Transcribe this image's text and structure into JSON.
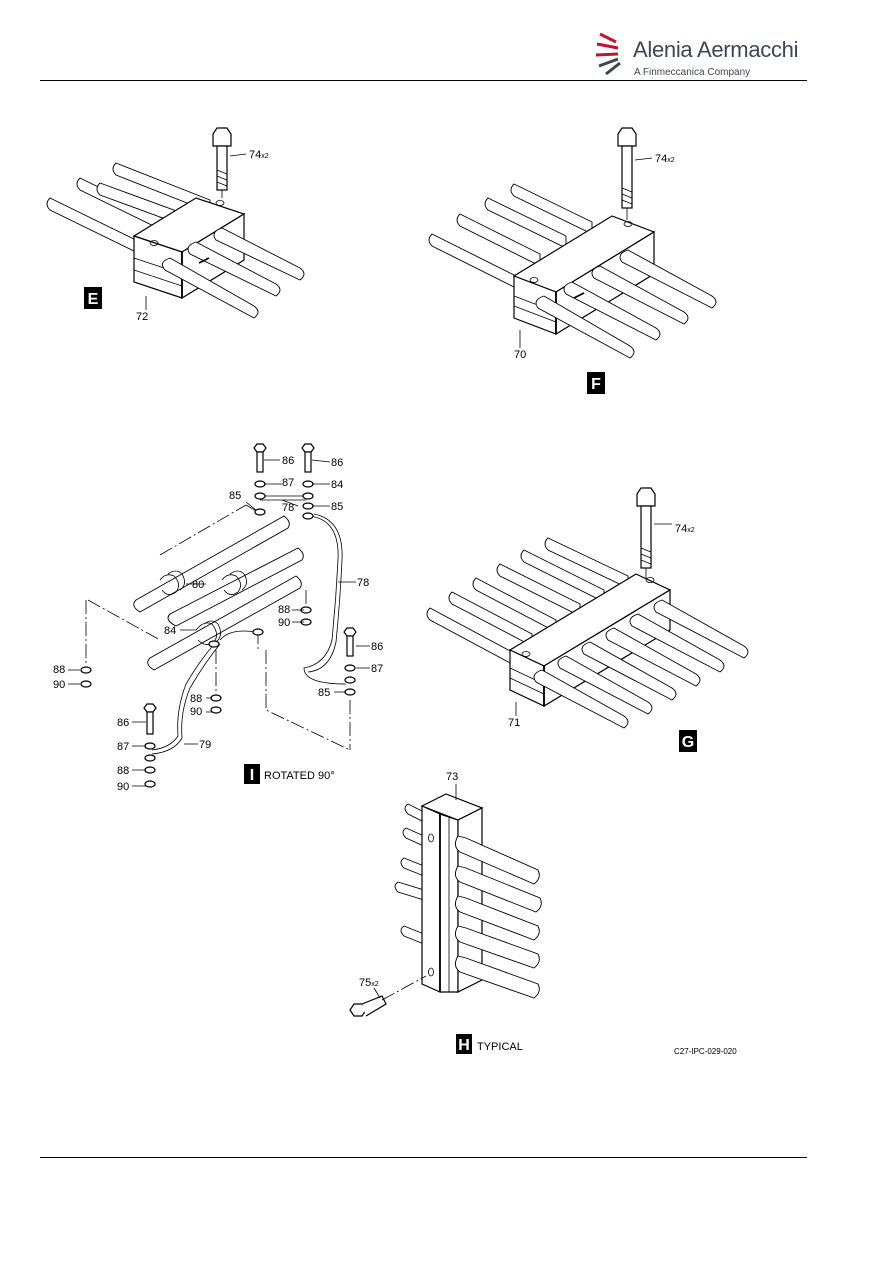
{
  "header": {
    "brand_name": "Alenia Aermacchi",
    "brand_tagline": "A Finmeccanica Company",
    "brand_colors": {
      "red": "#c8102e",
      "gray": "#3d4653"
    }
  },
  "views": {
    "E": {
      "letter": "E",
      "parts": {
        "block": "72",
        "bolt": "74",
        "bolt_qty": "x2"
      }
    },
    "F": {
      "letter": "F",
      "parts": {
        "block": "70",
        "bolt": "74",
        "bolt_qty": "x2"
      }
    },
    "G": {
      "letter": "G",
      "parts": {
        "block": "71",
        "bolt": "74",
        "bolt_qty": "x2"
      }
    },
    "H": {
      "letter": "H",
      "caption": "TYPICAL",
      "parts": {
        "block": "73",
        "bolt": "75",
        "bolt_qty": "x2"
      }
    },
    "I": {
      "letter": "I",
      "caption": "ROTATED 90°",
      "parts": {
        "p78": "78",
        "p79": "79",
        "p80": "80",
        "p84": "84",
        "p85": "85",
        "p86": "86",
        "p87": "87",
        "p88": "88",
        "p90": "90"
      }
    }
  },
  "figure_code": "C27-IPC-029-020"
}
